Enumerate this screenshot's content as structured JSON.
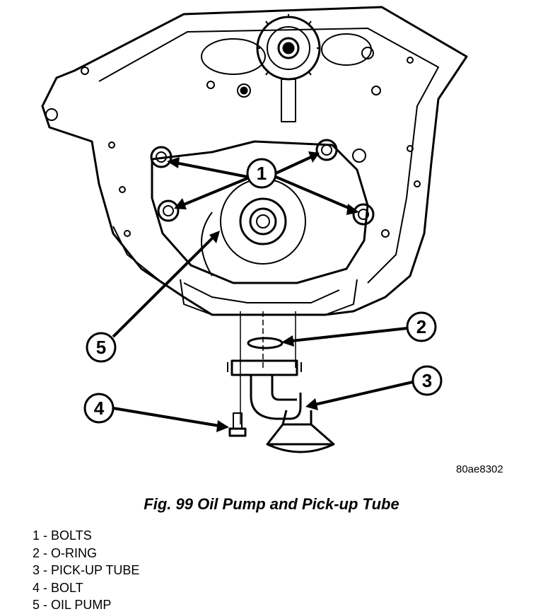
{
  "figure": {
    "callouts": [
      "1",
      "2",
      "3",
      "4",
      "5"
    ],
    "code": "80ae8302"
  },
  "caption": "Fig. 99 Oil Pump and Pick-up Tube",
  "legend": [
    {
      "num": "1",
      "label": "BOLTS"
    },
    {
      "num": "2",
      "label": "O-RING"
    },
    {
      "num": "3",
      "label": "PICK-UP TUBE"
    },
    {
      "num": "4",
      "label": "BOLT"
    },
    {
      "num": "5",
      "label": "OIL PUMP"
    }
  ]
}
